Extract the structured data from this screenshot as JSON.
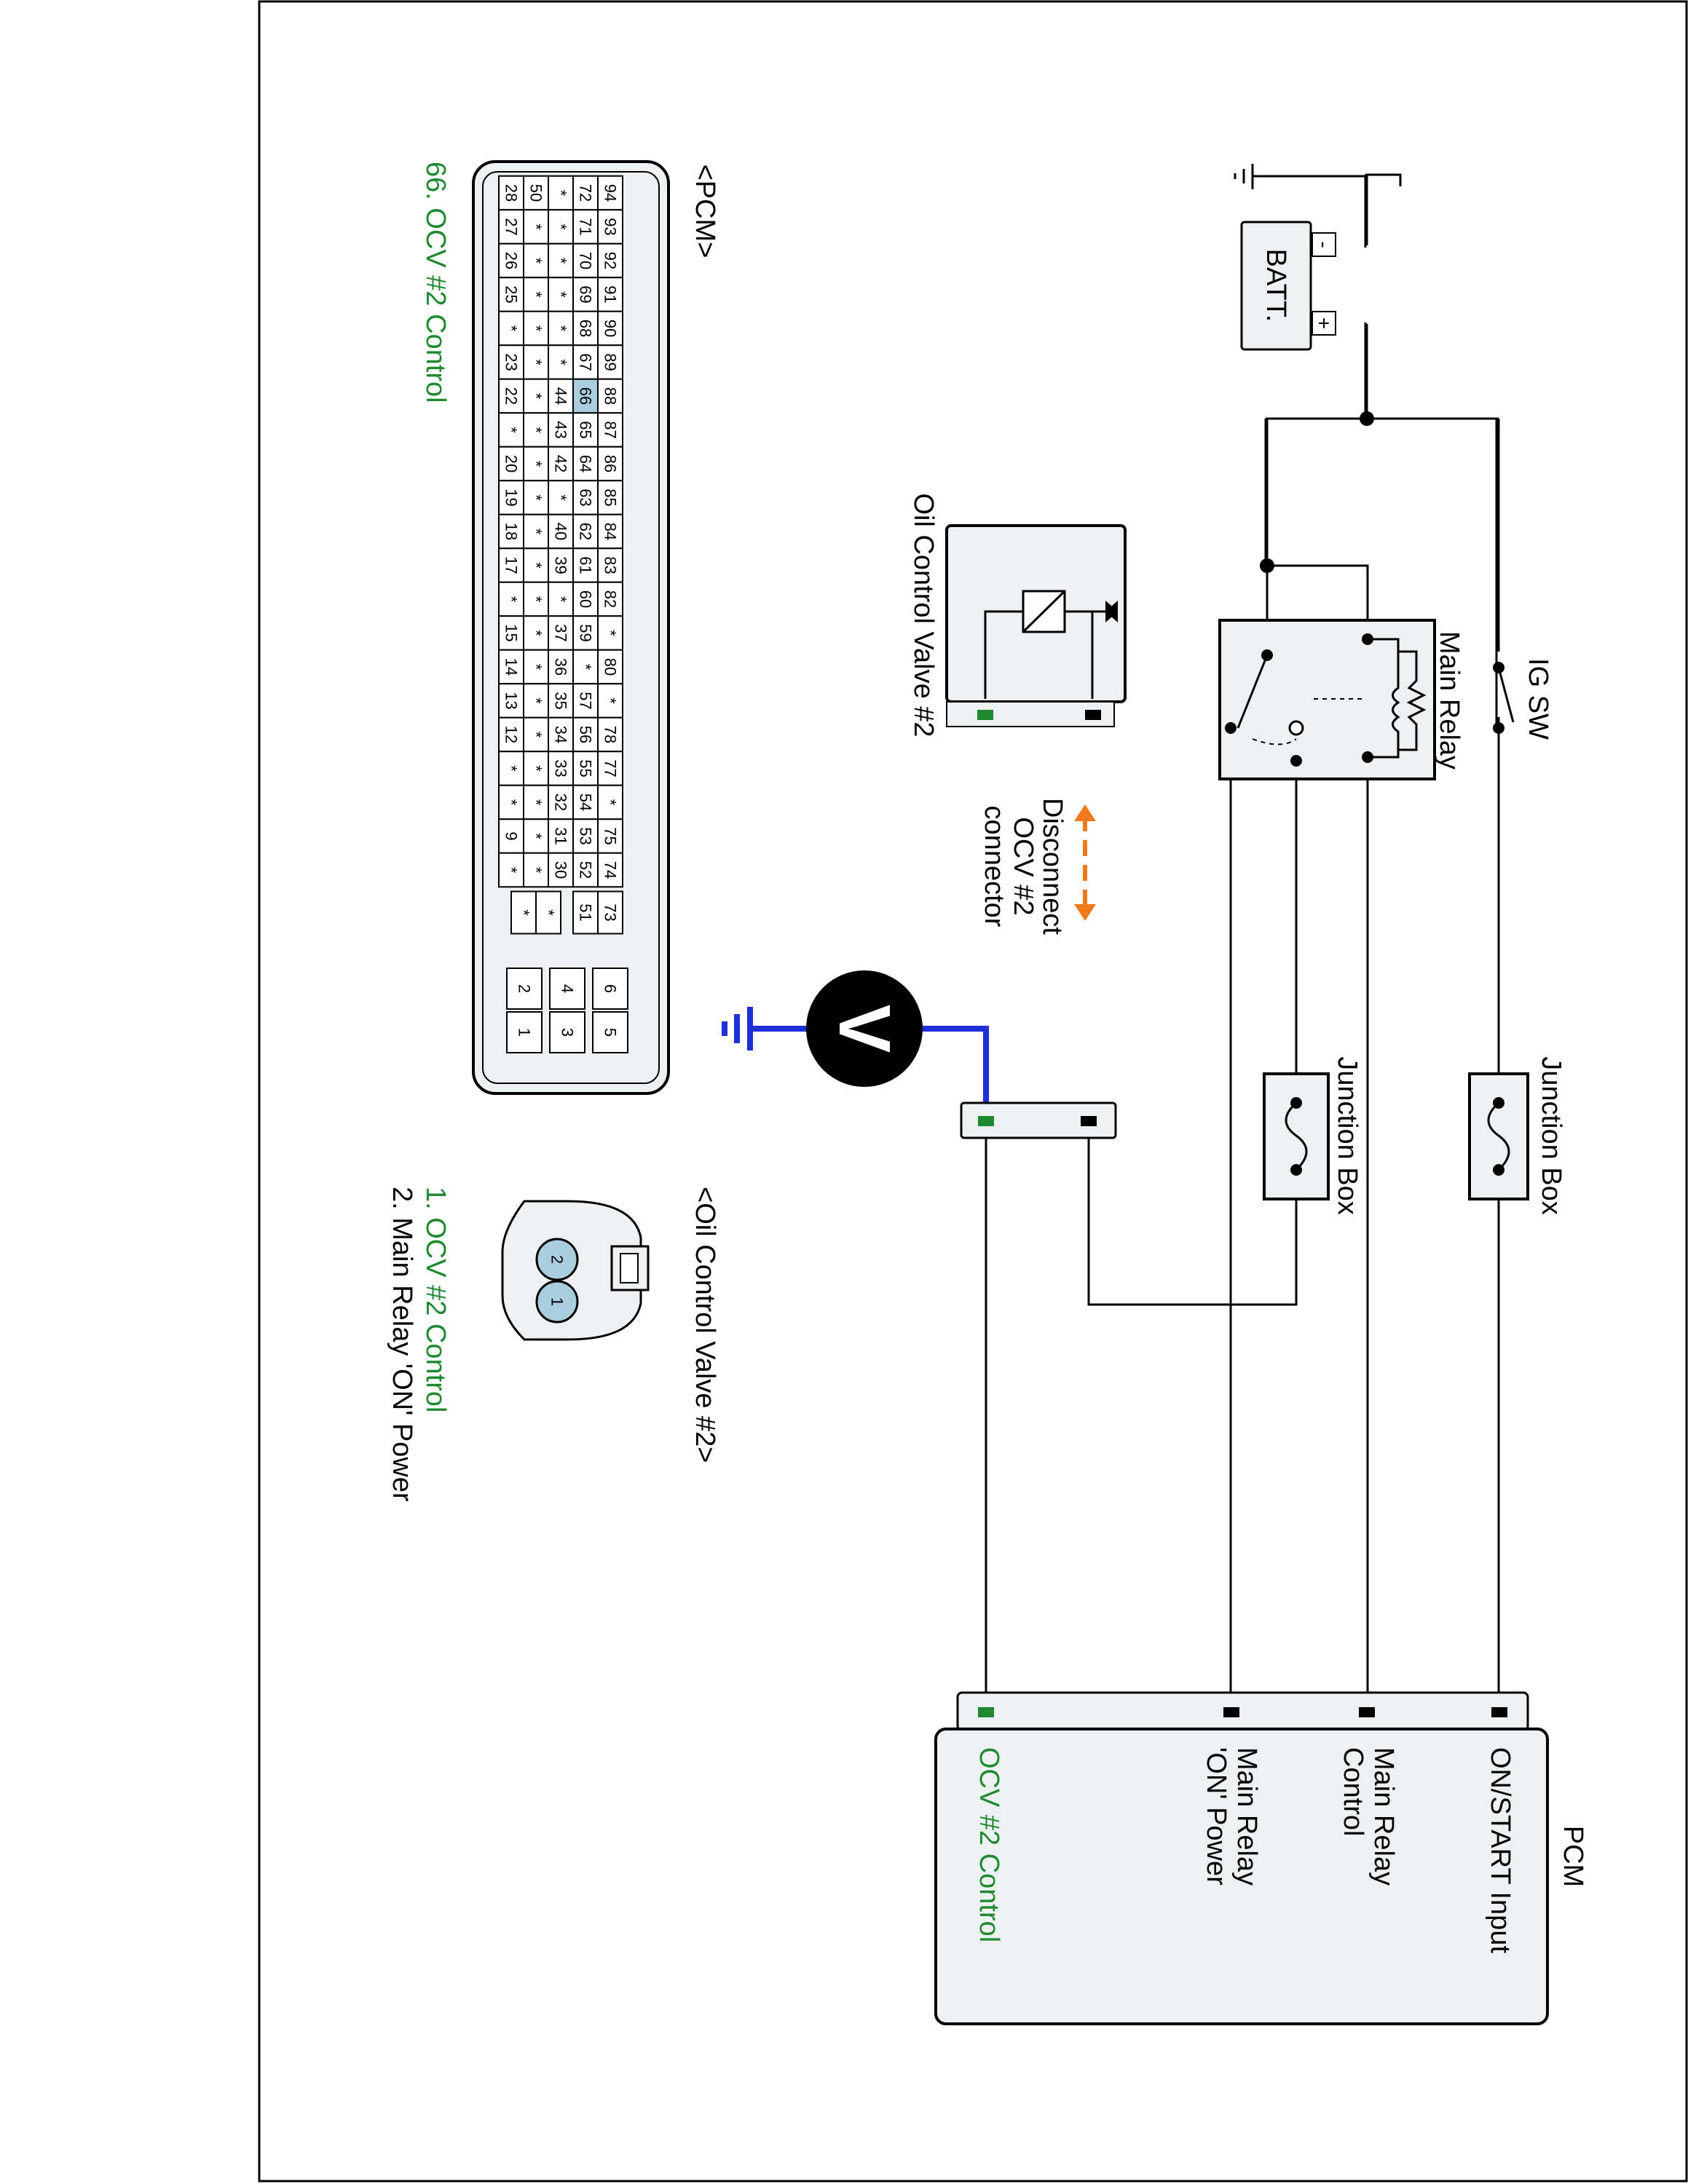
{
  "diagram": {
    "battery": {
      "label": "BATT.",
      "plus": "+",
      "minus": "-"
    },
    "ig_switch": {
      "label": "IG SW"
    },
    "main_relay": {
      "label": "Main Relay"
    },
    "ocv_component": {
      "label": "Oil Control Valve #2"
    },
    "disconnect_note": {
      "lines": [
        "Disconnect",
        "OCV #2",
        "connector"
      ]
    },
    "junction_box_1": {
      "label": "Junction Box"
    },
    "junction_box_2": {
      "label": "Junction Box"
    },
    "voltmeter": {
      "label": "V"
    },
    "pcm_block": {
      "title": "PCM",
      "pins": [
        {
          "lines": [
            "ON/START Input"
          ],
          "green": false
        },
        {
          "lines": [
            "Main Relay",
            "Control"
          ],
          "green": false
        },
        {
          "lines": [
            "Main Relay",
            "'ON' Power"
          ],
          "green": false
        },
        {
          "lines": [
            "OCV #2 Control"
          ],
          "green": true
        }
      ]
    },
    "pcm_connector": {
      "title": "<PCM>",
      "rows": [
        [
          "94",
          "93",
          "92",
          "91",
          "90",
          "89",
          "88",
          "87",
          "86",
          "85",
          "84",
          "83",
          "82",
          "*",
          "80",
          "*",
          "78",
          "77",
          "*",
          "75",
          "74"
        ],
        [
          "72",
          "71",
          "70",
          "69",
          "68",
          "67",
          "66",
          "65",
          "64",
          "63",
          "62",
          "61",
          "60",
          "59",
          "*",
          "57",
          "56",
          "55",
          "54",
          "53",
          "52"
        ],
        [
          "*",
          "*",
          "*",
          "*",
          "*",
          "*",
          "44",
          "43",
          "42",
          "*",
          "40",
          "39",
          "*",
          "37",
          "36",
          "35",
          "34",
          "33",
          "32",
          "31",
          "30"
        ],
        [
          "50",
          "*",
          "*",
          "*",
          "*",
          "*",
          "*",
          "*",
          "*",
          "*",
          "*",
          "*",
          "*",
          "*",
          "*",
          "*",
          "*",
          "*",
          "*",
          "*",
          "*"
        ],
        [
          "28",
          "27",
          "26",
          "25",
          "*",
          "23",
          "22",
          "*",
          "20",
          "19",
          "18",
          "17",
          "*",
          "15",
          "14",
          "13",
          "12",
          "*",
          "*",
          "9",
          "*"
        ]
      ],
      "extra_col": [
        "73",
        "51",
        "*",
        "*"
      ],
      "small_block": [
        [
          "6",
          "5"
        ],
        [
          "4",
          "3"
        ],
        [
          "2",
          "1"
        ]
      ],
      "highlight_pin": "66",
      "caption": "66. OCV #2 Control"
    },
    "ocv_connector": {
      "title": "<Oil Control Valve #2>",
      "pins": [
        "2",
        "1"
      ],
      "captions": [
        {
          "text": "1. OCV #2 Control",
          "green": true
        },
        {
          "text": "2. Main Relay 'ON' Power",
          "green": false
        }
      ]
    },
    "colors": {
      "wire": "#000000",
      "probe": "#1f2fd6",
      "green": "#1e8a2f",
      "orange": "#f07a1a",
      "highlight": "#a9cfdf",
      "panel": "#eef1f1"
    }
  }
}
